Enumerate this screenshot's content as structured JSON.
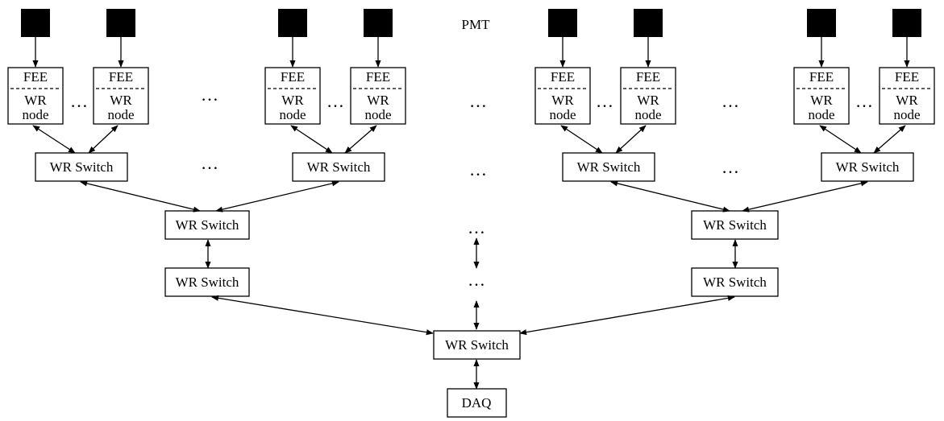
{
  "labels": {
    "pmt": "PMT",
    "fee": "FEE",
    "wr": "WR",
    "node": "node",
    "switch": "WR Switch",
    "daq": "DAQ",
    "ellipsis": "…"
  }
}
